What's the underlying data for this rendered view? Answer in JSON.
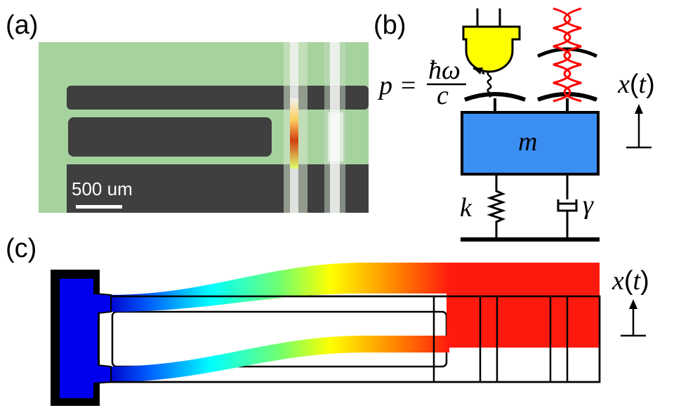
{
  "panels": {
    "a": {
      "label": "(a)",
      "scale_bar_text": "500 um"
    },
    "b": {
      "label": "(b)",
      "momentum_lhs": "p =",
      "momentum_numerator": "ħω",
      "momentum_denominator": "c",
      "mass_label": "m",
      "spring_label": "k",
      "damper_label": "γ",
      "displacement_label": "x(t)"
    },
    "c": {
      "label": "(c)",
      "displacement_label": "x(t)"
    }
  },
  "colors": {
    "substrate": "#a6d29e",
    "dark_film": "#3f3f3f",
    "mass_block": "#3b8ef2",
    "laser_head": "#ffff00",
    "optical_field": "#ff0000",
    "anchor": "#0000ee",
    "displaced": "#ff1a10"
  }
}
